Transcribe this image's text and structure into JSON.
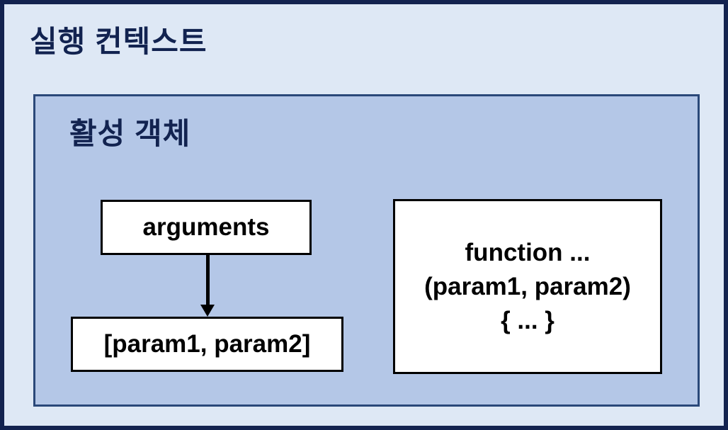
{
  "diagram": {
    "outer_title": "실행 컨텍스트",
    "inner_title": "활성 객체",
    "nodes": {
      "arguments_label": "arguments",
      "params_label": "[param1, param2]",
      "function_lines": [
        "function ...",
        "(param1, param2)",
        "{ ... }"
      ]
    },
    "arrow": {
      "from": "arguments",
      "to": "[param1, param2]",
      "direction": "down"
    }
  },
  "colors": {
    "outer-fill": "#dee8f5",
    "inner-fill": "#b4c7e7",
    "outer-border": "#13234f",
    "inner-border": "#2a4879",
    "title-navy": "#122350",
    "node-border": "#000000",
    "node-fill": "#ffffff",
    "node-text": "#000000"
  }
}
